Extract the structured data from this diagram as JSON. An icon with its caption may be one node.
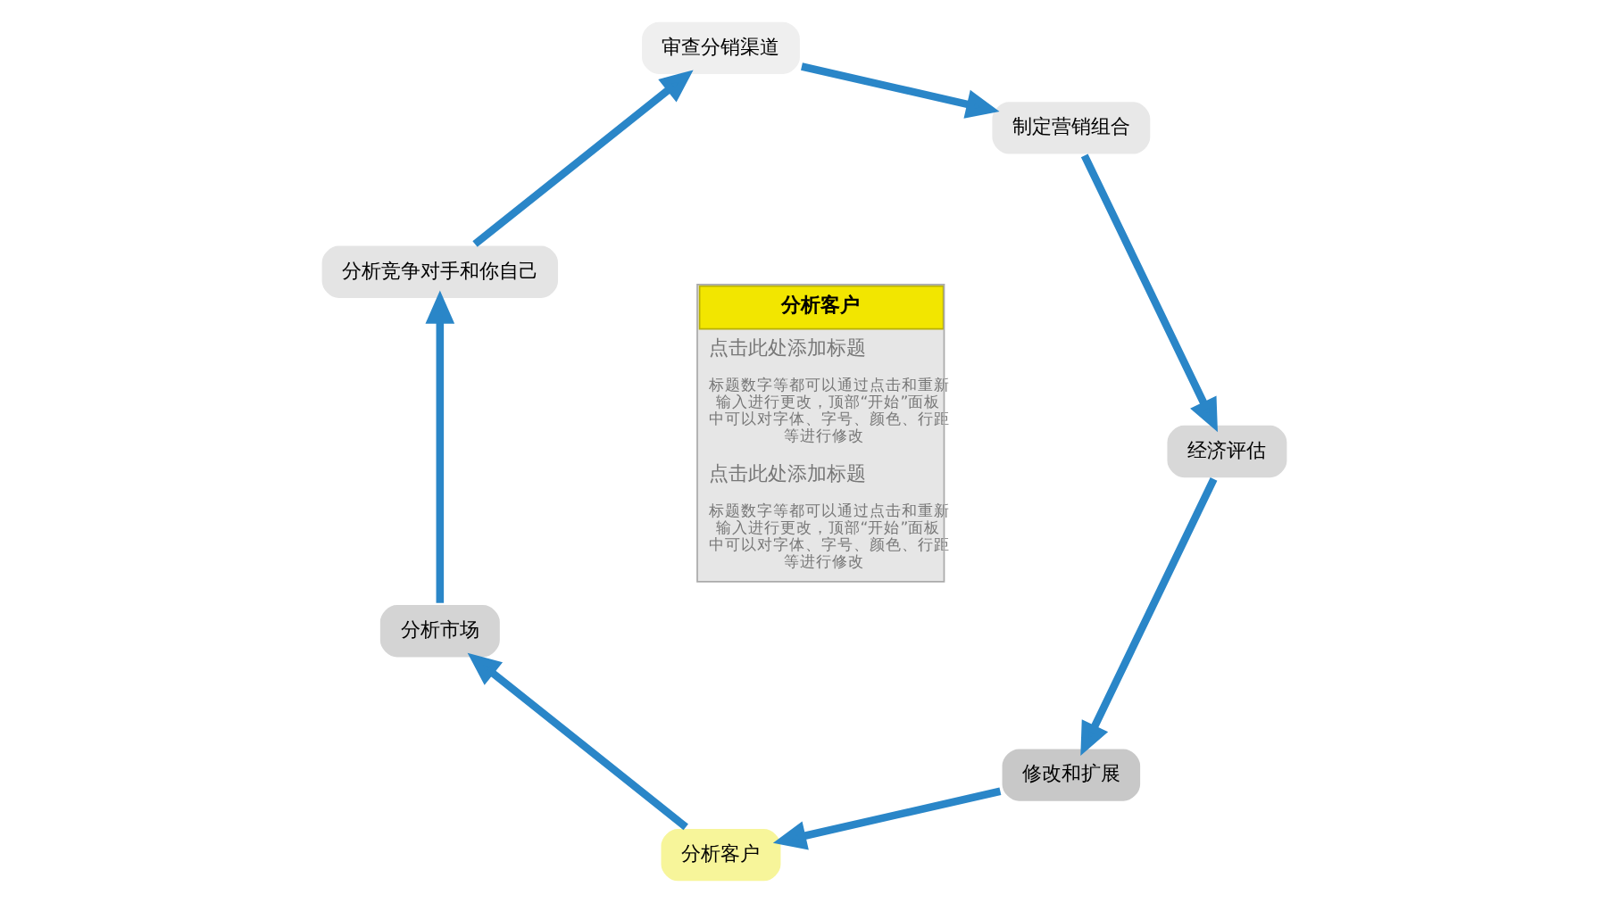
{
  "diagram": {
    "nodes": [
      {
        "text": [
          "修改和扩展"
        ]
      },
      {
        "text": [
          "分析客户"
        ]
      },
      {
        "text": [
          "分析市场"
        ]
      },
      {
        "text": [
          "分析竞争对手和你自己"
        ]
      },
      {
        "text": [
          "审查分销渠道"
        ]
      },
      {
        "text": [
          "制定营销组合"
        ]
      },
      {
        "text": [
          "经济评估"
        ]
      },
      {
        "text": [
          "分析客户",
          "点击此处添加标题",
          "标题数字等都可以通过点击和重新输入进行更改，顶部“开始”面板中可以对字体、字号、颜色、行距等进行修改",
          "点击此处添加标题",
          "标题数字等都可以通过点击和重新输入进行更改，顶部“开始”面板中可以对字体、字号、颜色、行距等进行修改"
        ]
      }
    ],
    "edges": [
      {
        "from": 0,
        "to": 1,
        "arrow": "to"
      },
      {
        "from": 1,
        "to": 2,
        "arrow": "to"
      },
      {
        "from": 2,
        "to": 3,
        "arrow": "to"
      },
      {
        "from": 3,
        "to": 4,
        "arrow": "to"
      },
      {
        "from": 4,
        "to": 5,
        "arrow": "to"
      },
      {
        "from": 5,
        "to": 6,
        "arrow": "to"
      },
      {
        "from": 6,
        "to": 0,
        "arrow": "to"
      }
    ]
  }
}
